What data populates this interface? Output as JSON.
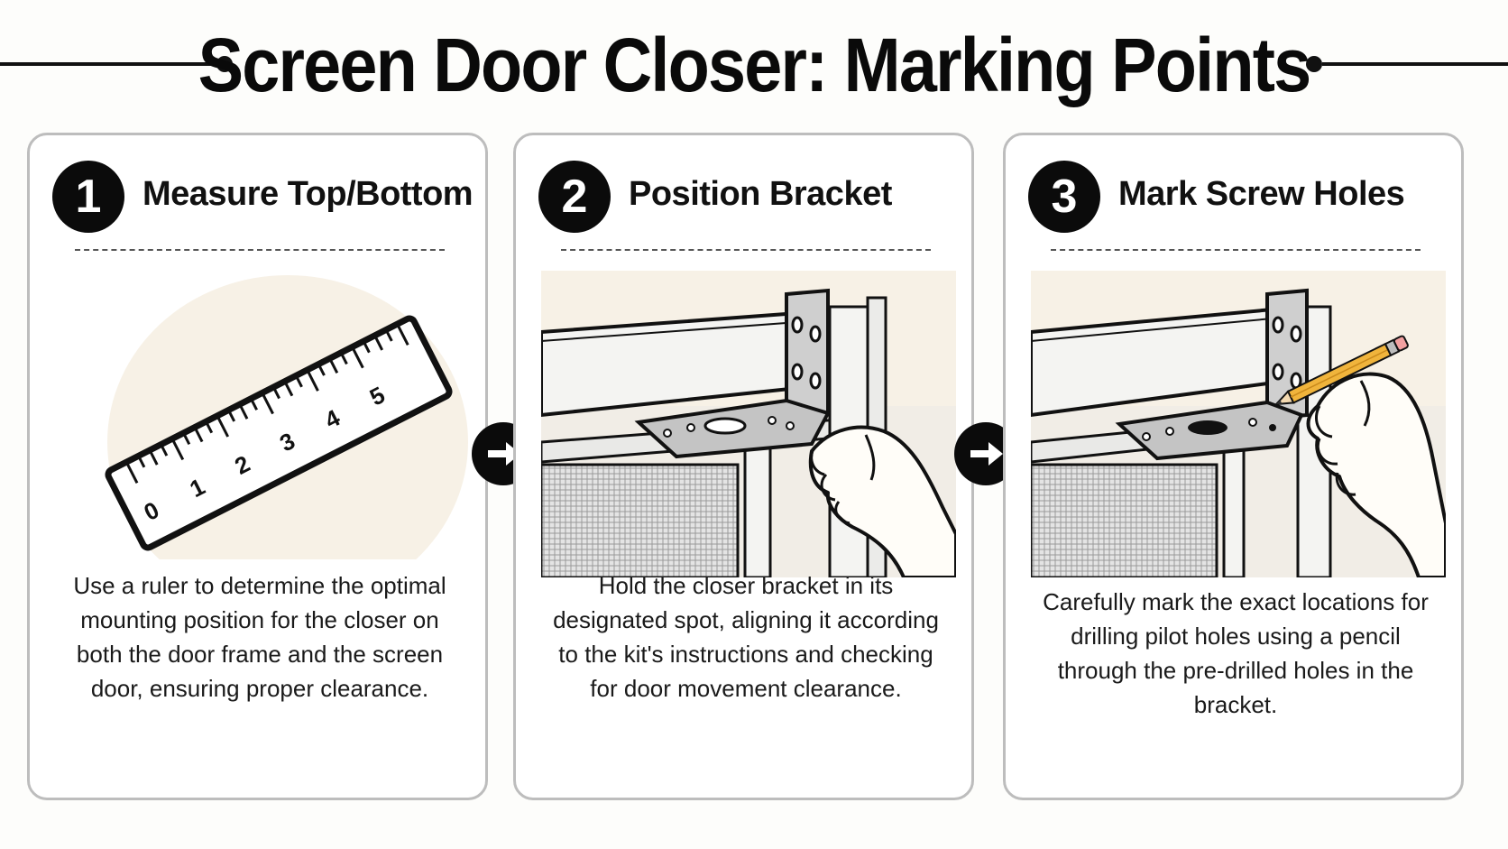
{
  "title": "Screen Door Closer: Marking Points",
  "steps": [
    {
      "number": "1",
      "title": "Measure Top/Bottom",
      "description": "Use a ruler to determine the optimal mounting position for the closer on both the door frame and the screen door, ensuring proper clearance.",
      "ruler_marks": [
        "0",
        "1",
        "2",
        "3",
        "4",
        "5"
      ]
    },
    {
      "number": "2",
      "title": "Position Bracket",
      "description": "Hold the closer bracket in its designated spot, aligning it according to the kit's instructions and checking for door movement clearance."
    },
    {
      "number": "3",
      "title": "Mark Screw Holes",
      "description": "Carefully mark the exact locations for drilling pilot holes using a pencil through the pre-drilled holes in the bracket."
    }
  ],
  "icons": {
    "arrow": "arrow-right-icon",
    "step1": "ruler-icon",
    "step2": "bracket-hand-icon",
    "step3": "pencil-marking-icon"
  },
  "colors": {
    "background": "#fdfdfb",
    "card_border": "#bdbdbd",
    "ink": "#111111",
    "illustration_tint": "#f7f1e6",
    "pencil": "#f0b43c"
  }
}
